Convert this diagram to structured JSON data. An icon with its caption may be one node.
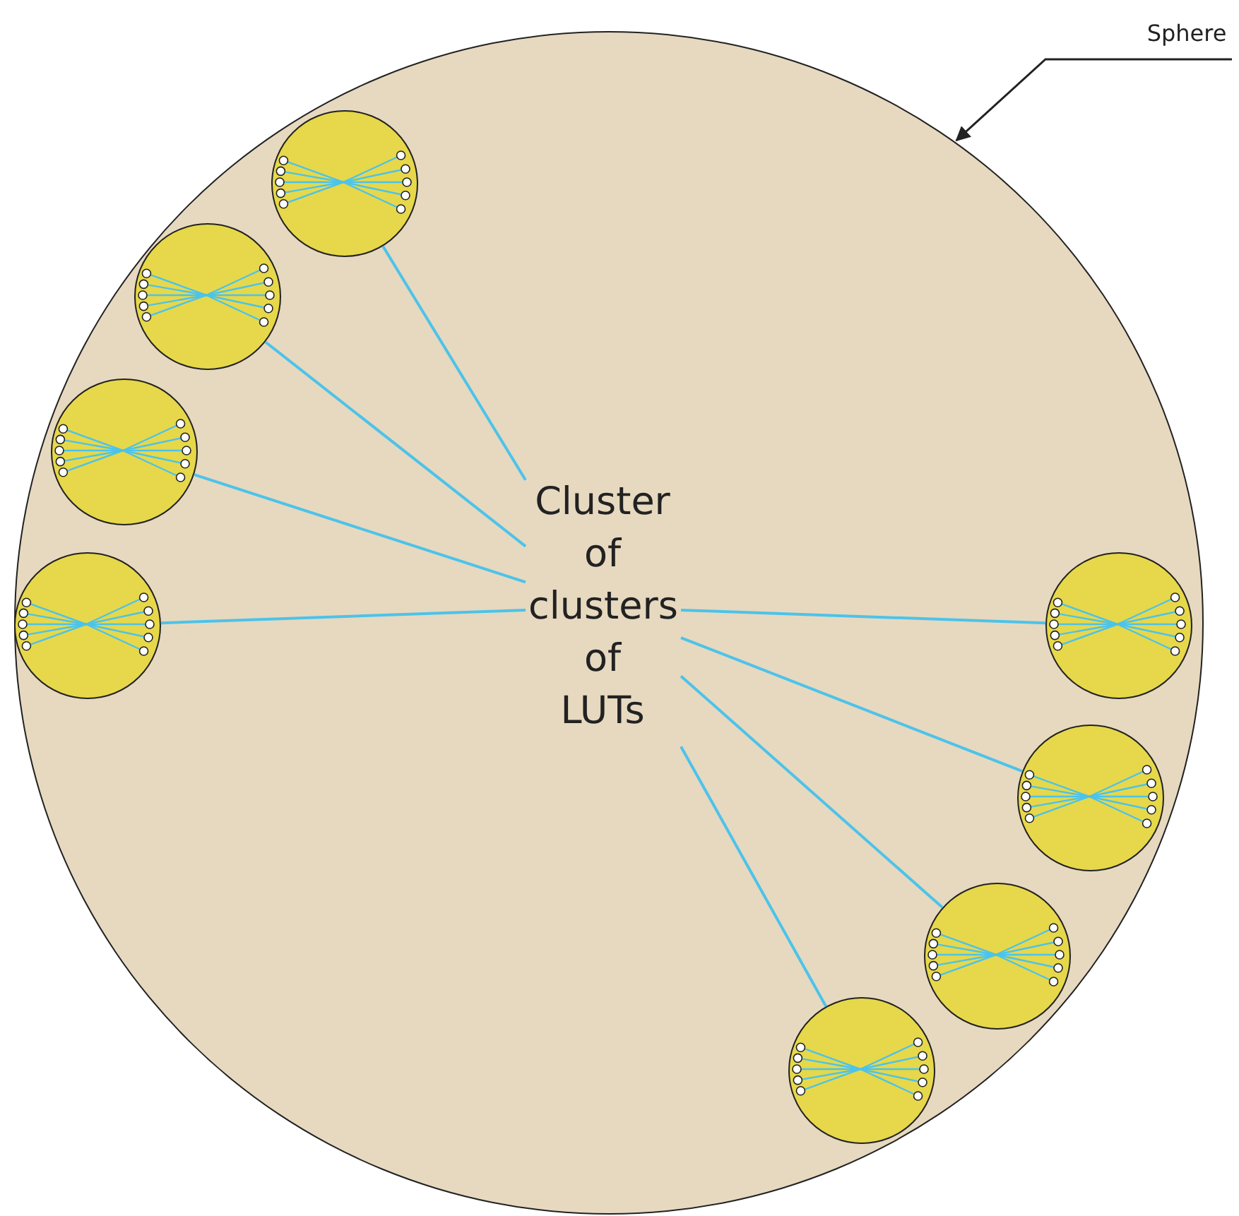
{
  "diagram": {
    "nodes": [
      {
        "text": [],
        "shape": "circle"
      },
      {
        "text": [
          "Sphere"
        ]
      },
      {
        "text": [
          "Cluster of clusters of LUTs"
        ],
        "in": 0
      },
      {
        "text": [],
        "shape": "circle",
        "in": 0
      },
      {
        "text": [],
        "shape": "circle",
        "in": 0
      },
      {
        "text": [],
        "shape": "circle",
        "in": 0
      },
      {
        "text": [],
        "shape": "circle",
        "in": 0
      },
      {
        "text": [],
        "shape": "circle",
        "in": 0
      },
      {
        "text": [],
        "shape": "circle",
        "in": 0
      },
      {
        "text": [],
        "shape": "circle",
        "in": 0
      },
      {
        "text": [],
        "shape": "circle",
        "in": 0
      }
    ],
    "edges": [
      {
        "from": 1,
        "to": 0,
        "arrow": "to",
        "color": "#222222"
      },
      {
        "from": 3,
        "to": 2,
        "arrow": "none"
      },
      {
        "from": 4,
        "to": 2,
        "arrow": "none"
      },
      {
        "from": 5,
        "to": 2,
        "arrow": "none"
      },
      {
        "from": 6,
        "to": 2,
        "arrow": "none"
      },
      {
        "from": 7,
        "to": 2,
        "arrow": "none"
      },
      {
        "from": 8,
        "to": 2,
        "arrow": "none"
      },
      {
        "from": 9,
        "to": 2,
        "arrow": "none"
      },
      {
        "from": 10,
        "to": 2,
        "arrow": "none"
      }
    ]
  }
}
